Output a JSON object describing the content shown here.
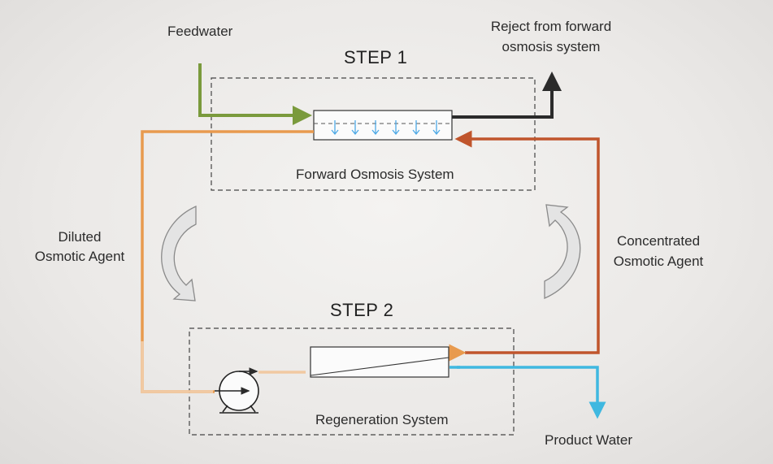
{
  "labels": {
    "feedwater": "Feedwater",
    "reject_line1": "Reject from forward",
    "reject_line2": "osmosis system",
    "step1": "STEP 1",
    "step2": "STEP 2",
    "fo_system": "Forward Osmosis System",
    "diluted_line1": "Diluted",
    "diluted_line2": "Osmotic Agent",
    "concentrated_line1": "Concentrated",
    "concentrated_line2": "Osmotic Agent",
    "regen_system": "Regeneration System",
    "product_water": "Product Water"
  },
  "colors": {
    "feedwater": "#7a9a3c",
    "reject": "#2b2b2b",
    "diluted": "#e89a4e",
    "diluted_light": "#f1c9a2",
    "concentrated": "#c0552c",
    "product": "#3fb8e0",
    "membrane_arrows": "#4ea9e6",
    "cycle_arrow_fill": "#e2e2e2",
    "cycle_arrow_stroke": "#8a8a8a"
  }
}
